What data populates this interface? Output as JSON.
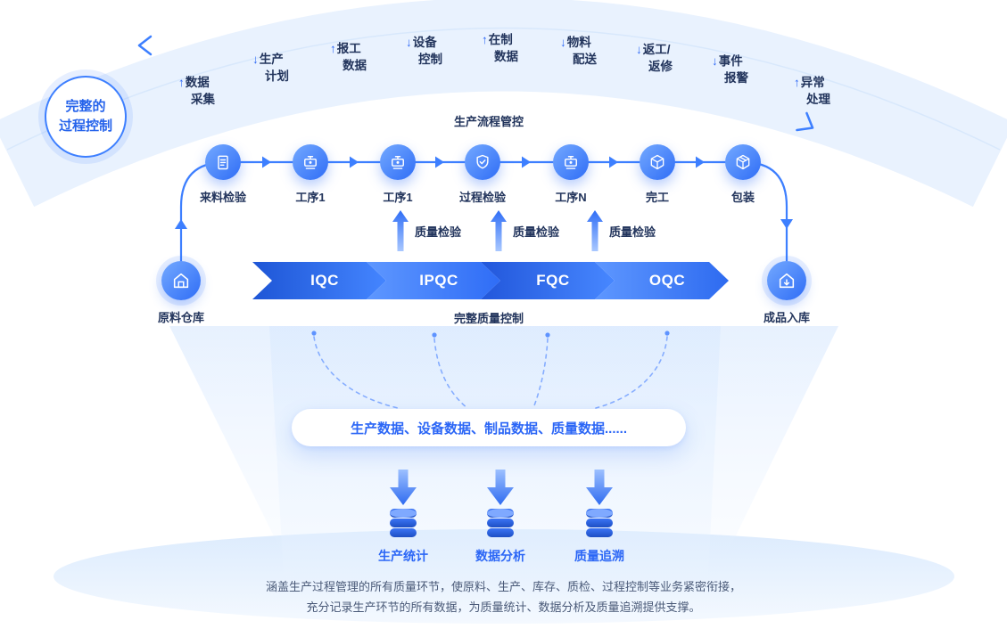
{
  "badge": {
    "line1": "完整的",
    "line2": "过程控制"
  },
  "top_flow_title": "生产流程管控",
  "top_items": [
    {
      "arrow": "↑",
      "line1": "数据",
      "line2": "采集"
    },
    {
      "arrow": "↓",
      "line1": "生产",
      "line2": "计划"
    },
    {
      "arrow": "↑",
      "line1": "报工",
      "line2": "数据"
    },
    {
      "arrow": "↓",
      "line1": "设备",
      "line2": "控制"
    },
    {
      "arrow": "↑",
      "line1": "在制",
      "line2": "数据"
    },
    {
      "arrow": "↓",
      "line1": "物料",
      "line2": "配送"
    },
    {
      "arrow": "↓",
      "line1": "返工/",
      "line2": "返修"
    },
    {
      "arrow": "↓",
      "line1": "事件",
      "line2": "报警"
    },
    {
      "arrow": "↑",
      "line1": "异常",
      "line2": "处理"
    }
  ],
  "process_nodes": [
    {
      "label": "来料检验",
      "icon": "clipboard-icon"
    },
    {
      "label": "工序1",
      "icon": "machine-icon"
    },
    {
      "label": "工序1",
      "icon": "machine-icon"
    },
    {
      "label": "过程检验",
      "icon": "shield-check-icon"
    },
    {
      "label": "工序N",
      "icon": "machine-icon"
    },
    {
      "label": "完工",
      "icon": "cube-check-icon"
    },
    {
      "label": "包装",
      "icon": "package-icon"
    }
  ],
  "warehouses": {
    "left": "原料仓库",
    "right": "成品入库"
  },
  "quality_checks": [
    "质量检验",
    "质量检验",
    "质量检验"
  ],
  "qc_band": [
    "IQC",
    "IPQC",
    "FQC",
    "OQC"
  ],
  "qc_band_title": "完整质量控制",
  "data_pill": "生产数据、设备数据、制品数据、质量数据......",
  "databases": [
    "生产统计",
    "数据分析",
    "质量追溯"
  ],
  "footer": {
    "line1": "涵盖生产过程管理的所有质量环节，使原料、生产、库存、质检、过程控制等业务紧密衔接，",
    "line2": "充分记录生产环节的所有数据，为质量统计、数据分析及质量追溯提供支撑。"
  },
  "colors": {
    "primary": "#2F6DF6",
    "accent_blue": "#3D7FFF",
    "navy_text": "#22345C",
    "band_light": "#E9F2FE",
    "label_blue": "#2B66F6"
  }
}
